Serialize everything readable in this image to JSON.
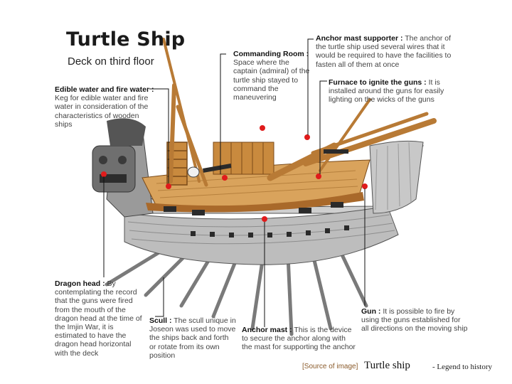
{
  "title": "Turtle Ship",
  "subtitle": "Deck on third floor",
  "callouts": {
    "commanding_room": {
      "head": "Commanding Room :",
      "body": "Space where the captain (admiral) of the turtle ship stayed to command the maneuvering"
    },
    "anchor_mast_supporter": {
      "head": "Anchor mast supporter :",
      "body": "The anchor of the turtle ship used several wires that it would be required to have the facilities to fasten all of them at once"
    },
    "edible_water": {
      "head": "Edible water and fire water :",
      "body": "Keg for edible water and fire water in consideration of the characteristics of wooden ships"
    },
    "furnace": {
      "head": "Furnace to ignite the guns :",
      "body": "It is installed around the guns for easily lighting on the wicks of the guns"
    },
    "dragon_head": {
      "head": "Dragon head :",
      "body": "By contemplating the record that the guns were fired from the mouth of the dragon head at the time of the Imjin War, it is estimated to have the dragon head horizontal with the deck"
    },
    "scull": {
      "head": "Scull :",
      "body": "The scull unique in Joseon was used to move the ships back and forth or rotate from its own position"
    },
    "anchor_mast": {
      "head": "Anchor mast :",
      "body": "This is the device to secure the anchor along with the mast for supporting the anchor"
    },
    "gun": {
      "head": "Gun :",
      "body": "It is possible to fire by using the guns established for all directions on the moving ship"
    }
  },
  "source": {
    "label": "[Source of image]",
    "book_title": "Turtle ship",
    "book_sub": "- Legend to history"
  },
  "colors": {
    "wood": "#c98a3e",
    "deck": "#d9a35c",
    "hull": "#bdbdbd",
    "marker": "#e01b1b",
    "leader": "#111111"
  }
}
